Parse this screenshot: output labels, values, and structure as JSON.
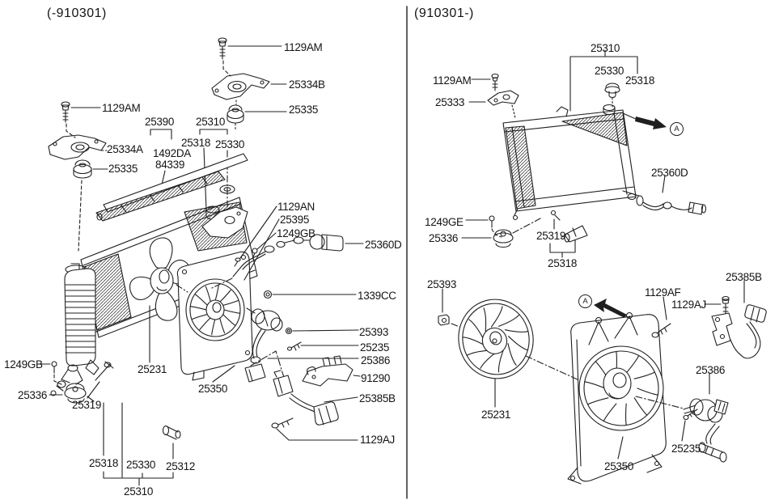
{
  "diagram": {
    "view_marker": "A",
    "left_panel": {
      "header": "(-910301)",
      "labels": [
        {
          "text": "1129AM"
        },
        {
          "text": "25334B"
        },
        {
          "text": "25335"
        },
        {
          "text": "1129AM"
        },
        {
          "text": "25334A"
        },
        {
          "text": "25335"
        },
        {
          "text": "25390"
        },
        {
          "text": "25310"
        },
        {
          "text": "25318"
        },
        {
          "text": "25330"
        },
        {
          "text": "1492DA"
        },
        {
          "text": "84339"
        },
        {
          "text": "1129AN"
        },
        {
          "text": "25395"
        },
        {
          "text": "1249GB"
        },
        {
          "text": "25360D"
        },
        {
          "text": "1339CC"
        },
        {
          "text": "25393"
        },
        {
          "text": "25235"
        },
        {
          "text": "25386"
        },
        {
          "text": "91290"
        },
        {
          "text": "25385B"
        },
        {
          "text": "1249GB"
        },
        {
          "text": "25336"
        },
        {
          "text": "25319"
        },
        {
          "text": "25231"
        },
        {
          "text": "25350"
        },
        {
          "text": "1129AJ"
        },
        {
          "text": "25318"
        },
        {
          "text": "25330"
        },
        {
          "text": "25312"
        },
        {
          "text": "25310"
        }
      ]
    },
    "right_panel": {
      "header": "(910301-)",
      "labels": [
        {
          "text": "25310"
        },
        {
          "text": "25330"
        },
        {
          "text": "25318"
        },
        {
          "text": "1129AM"
        },
        {
          "text": "25333"
        },
        {
          "text": "25360D"
        },
        {
          "text": "1249GE"
        },
        {
          "text": "25336"
        },
        {
          "text": "25319"
        },
        {
          "text": "25318"
        },
        {
          "text": "25393"
        },
        {
          "text": "25231"
        },
        {
          "text": "1129AF"
        },
        {
          "text": "1129AJ"
        },
        {
          "text": "25385B"
        },
        {
          "text": "25386"
        },
        {
          "text": "25235"
        },
        {
          "text": "25350"
        }
      ]
    }
  }
}
